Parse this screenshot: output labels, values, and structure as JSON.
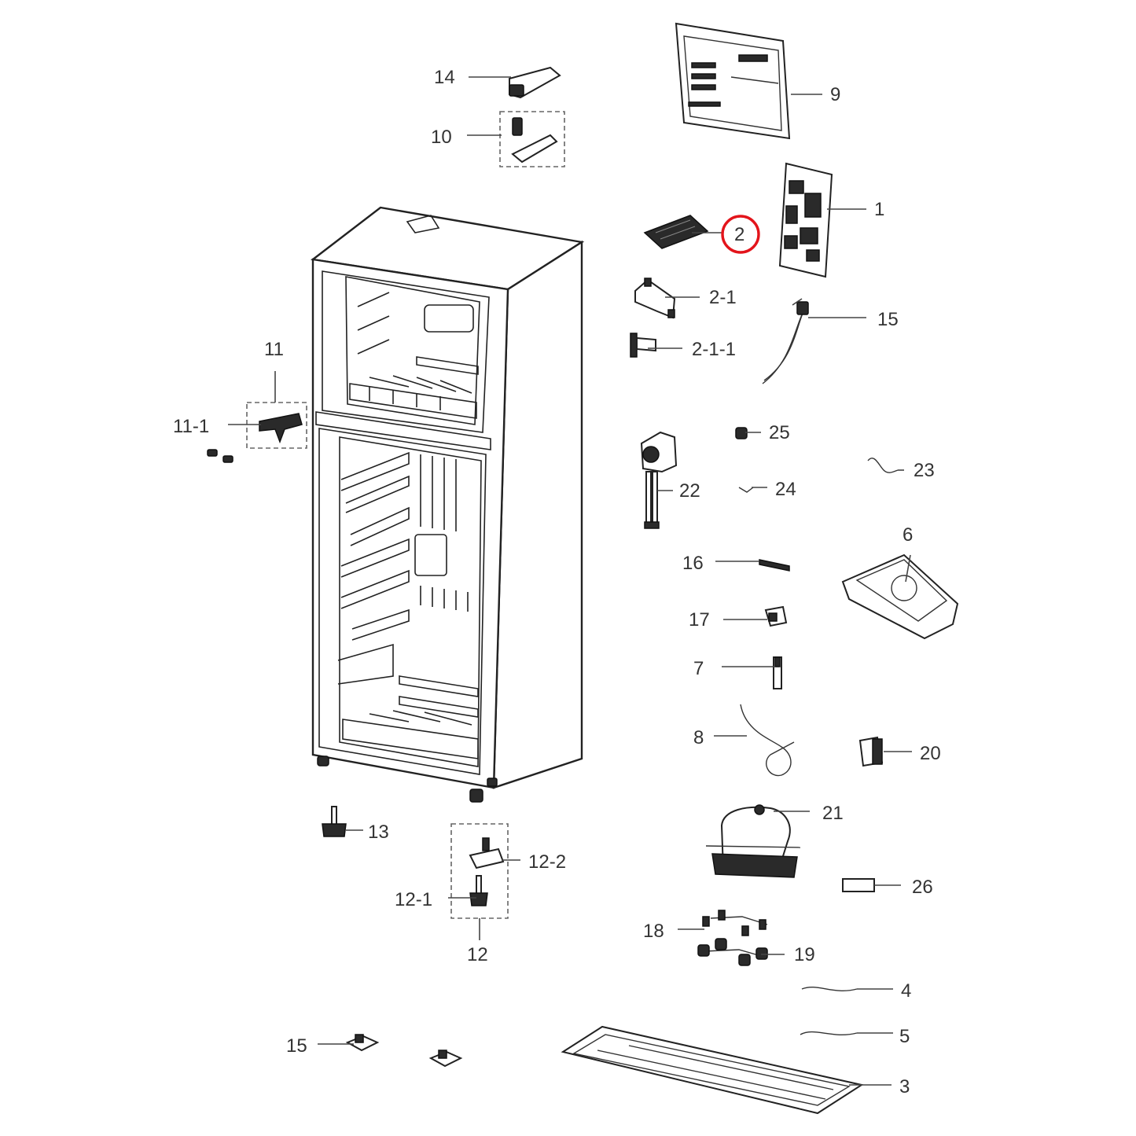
{
  "parts": [
    {
      "id": "p1",
      "label": "1"
    },
    {
      "id": "p2",
      "label": "2"
    },
    {
      "id": "p2_1",
      "label": "2-1"
    },
    {
      "id": "p2_1_1",
      "label": "2-1-1"
    },
    {
      "id": "p3",
      "label": "3"
    },
    {
      "id": "p4",
      "label": "4"
    },
    {
      "id": "p5",
      "label": "5"
    },
    {
      "id": "p6",
      "label": "6"
    },
    {
      "id": "p7",
      "label": "7"
    },
    {
      "id": "p8",
      "label": "8"
    },
    {
      "id": "p9",
      "label": "9"
    },
    {
      "id": "p10",
      "label": "10"
    },
    {
      "id": "p11",
      "label": "11"
    },
    {
      "id": "p11_1",
      "label": "11-1"
    },
    {
      "id": "p12",
      "label": "12"
    },
    {
      "id": "p12_1",
      "label": "12-1"
    },
    {
      "id": "p12_2",
      "label": "12-2"
    },
    {
      "id": "p13",
      "label": "13"
    },
    {
      "id": "p14",
      "label": "14"
    },
    {
      "id": "p15a",
      "label": "15"
    },
    {
      "id": "p15b",
      "label": "15"
    },
    {
      "id": "p16",
      "label": "16"
    },
    {
      "id": "p17",
      "label": "17"
    },
    {
      "id": "p18",
      "label": "18"
    },
    {
      "id": "p19",
      "label": "19"
    },
    {
      "id": "p20",
      "label": "20"
    },
    {
      "id": "p21",
      "label": "21"
    },
    {
      "id": "p22",
      "label": "22"
    },
    {
      "id": "p23",
      "label": "23"
    },
    {
      "id": "p24",
      "label": "24"
    },
    {
      "id": "p25",
      "label": "25"
    },
    {
      "id": "p26",
      "label": "26"
    }
  ],
  "highlight": {
    "label": "2",
    "color": "#e3141b"
  }
}
